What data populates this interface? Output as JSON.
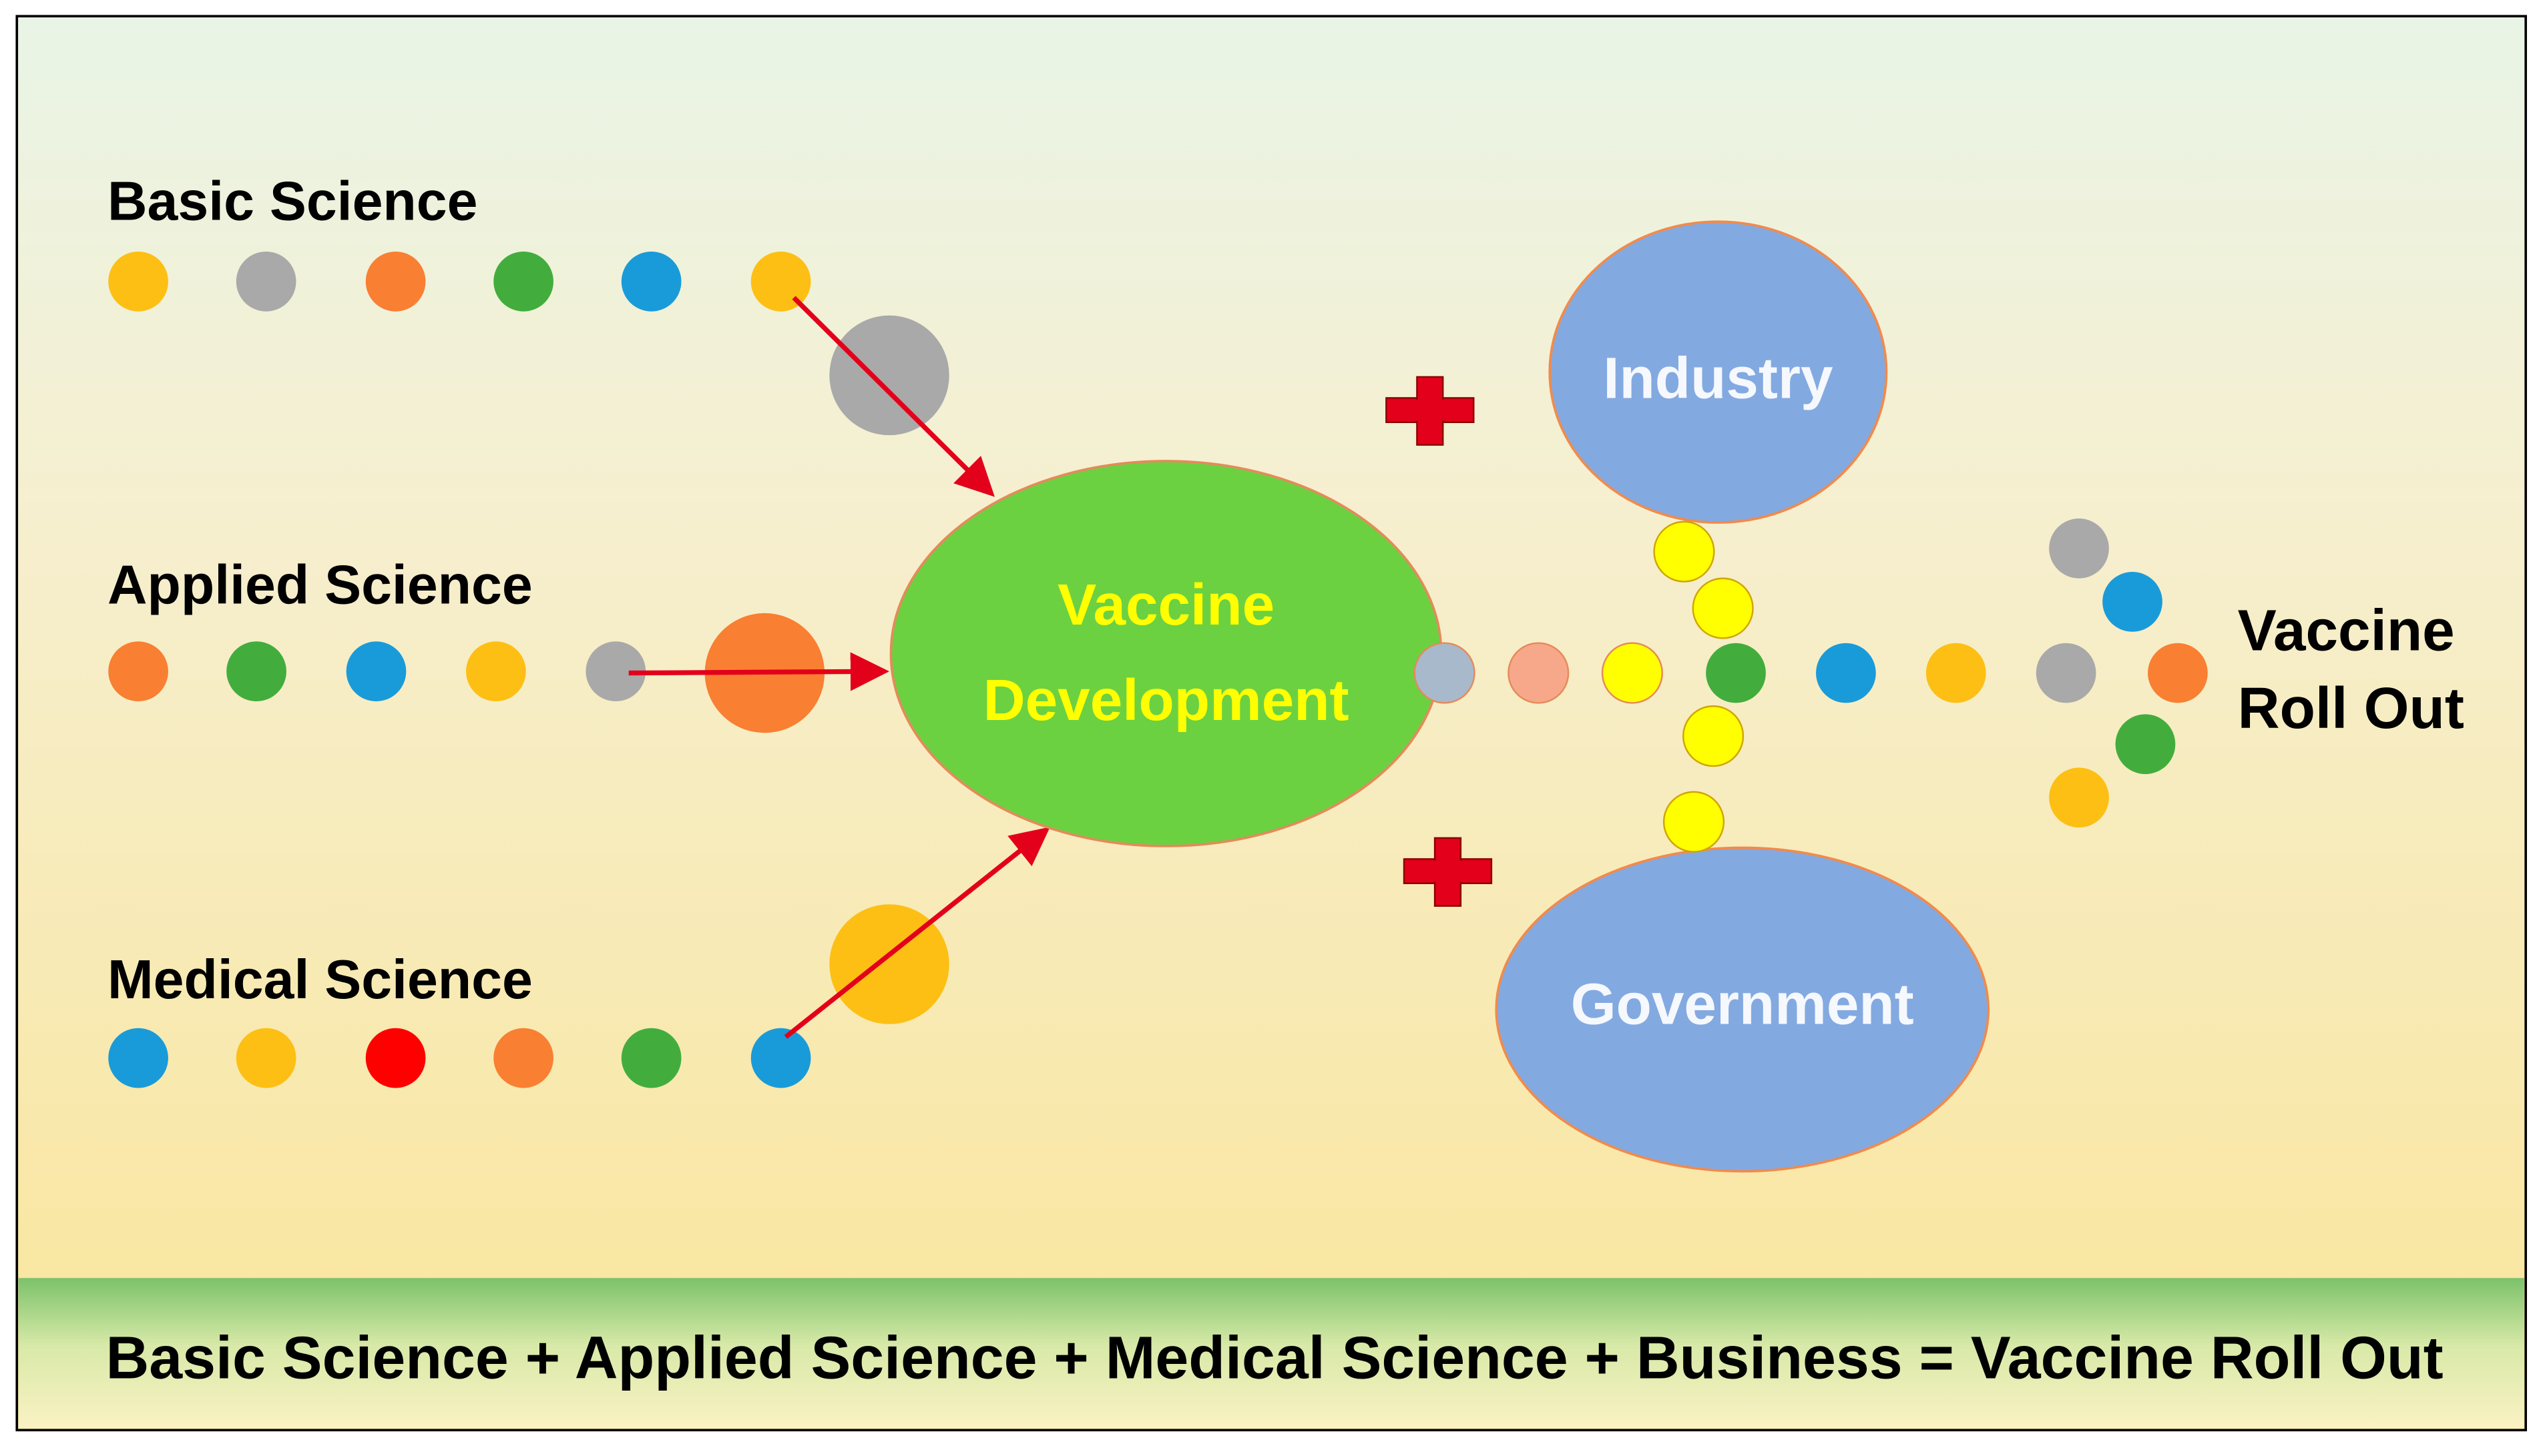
{
  "rows": [
    {
      "label": "Basic Science",
      "dots": [
        "#fdbf14",
        "#a9a9a9",
        "#f97f32",
        "#42ad3d",
        "#1a9bd9",
        "#fdbf14"
      ],
      "big_dot": "#a9a9a9"
    },
    {
      "label": "Applied Science",
      "dots": [
        "#f97f32",
        "#42ad3d",
        "#1a9bd9",
        "#fdbf14",
        "#a9a9a9"
      ],
      "big_dot": "#f97f32"
    },
    {
      "label": "Medical Science",
      "dots": [
        "#1a9bd9",
        "#fdbf14",
        "#ff0000",
        "#f97f32",
        "#42ad3d",
        "#1a9bd9"
      ],
      "big_dot": "#fdbf14"
    }
  ],
  "center": {
    "line1": "Vaccine",
    "line2": "Development",
    "fill": "#6bd141",
    "text_color": "#ffff00"
  },
  "partners": [
    {
      "label": "Industry",
      "fill": "#83a9e1"
    },
    {
      "label": "Government",
      "fill": "#83a9e1"
    }
  ],
  "chain_dots": [
    "#a8b9cc",
    "#f7a88b",
    "#ffff00",
    "#42ad3d",
    "#1a9bd9",
    "#fdbf14",
    "#a9a9a9",
    "#f97f32"
  ],
  "merge_dots": [
    "#ffff00",
    "#ffff00",
    "#ffff00",
    "#ffff00"
  ],
  "fan_dots": [
    "#a9a9a9",
    "#1a9bd9",
    "#42ad3d",
    "#fdbf14"
  ],
  "outcome": {
    "line1": "Vaccine",
    "line2": "Roll Out"
  },
  "plus_icons": [
    "plus-icon",
    "plus-icon"
  ],
  "arrow_color": "#e3001b",
  "plus_color": "#e3001b",
  "footer": {
    "equation": "Basic Science + Applied Science + Medical Science + Business = Vaccine Roll Out"
  }
}
